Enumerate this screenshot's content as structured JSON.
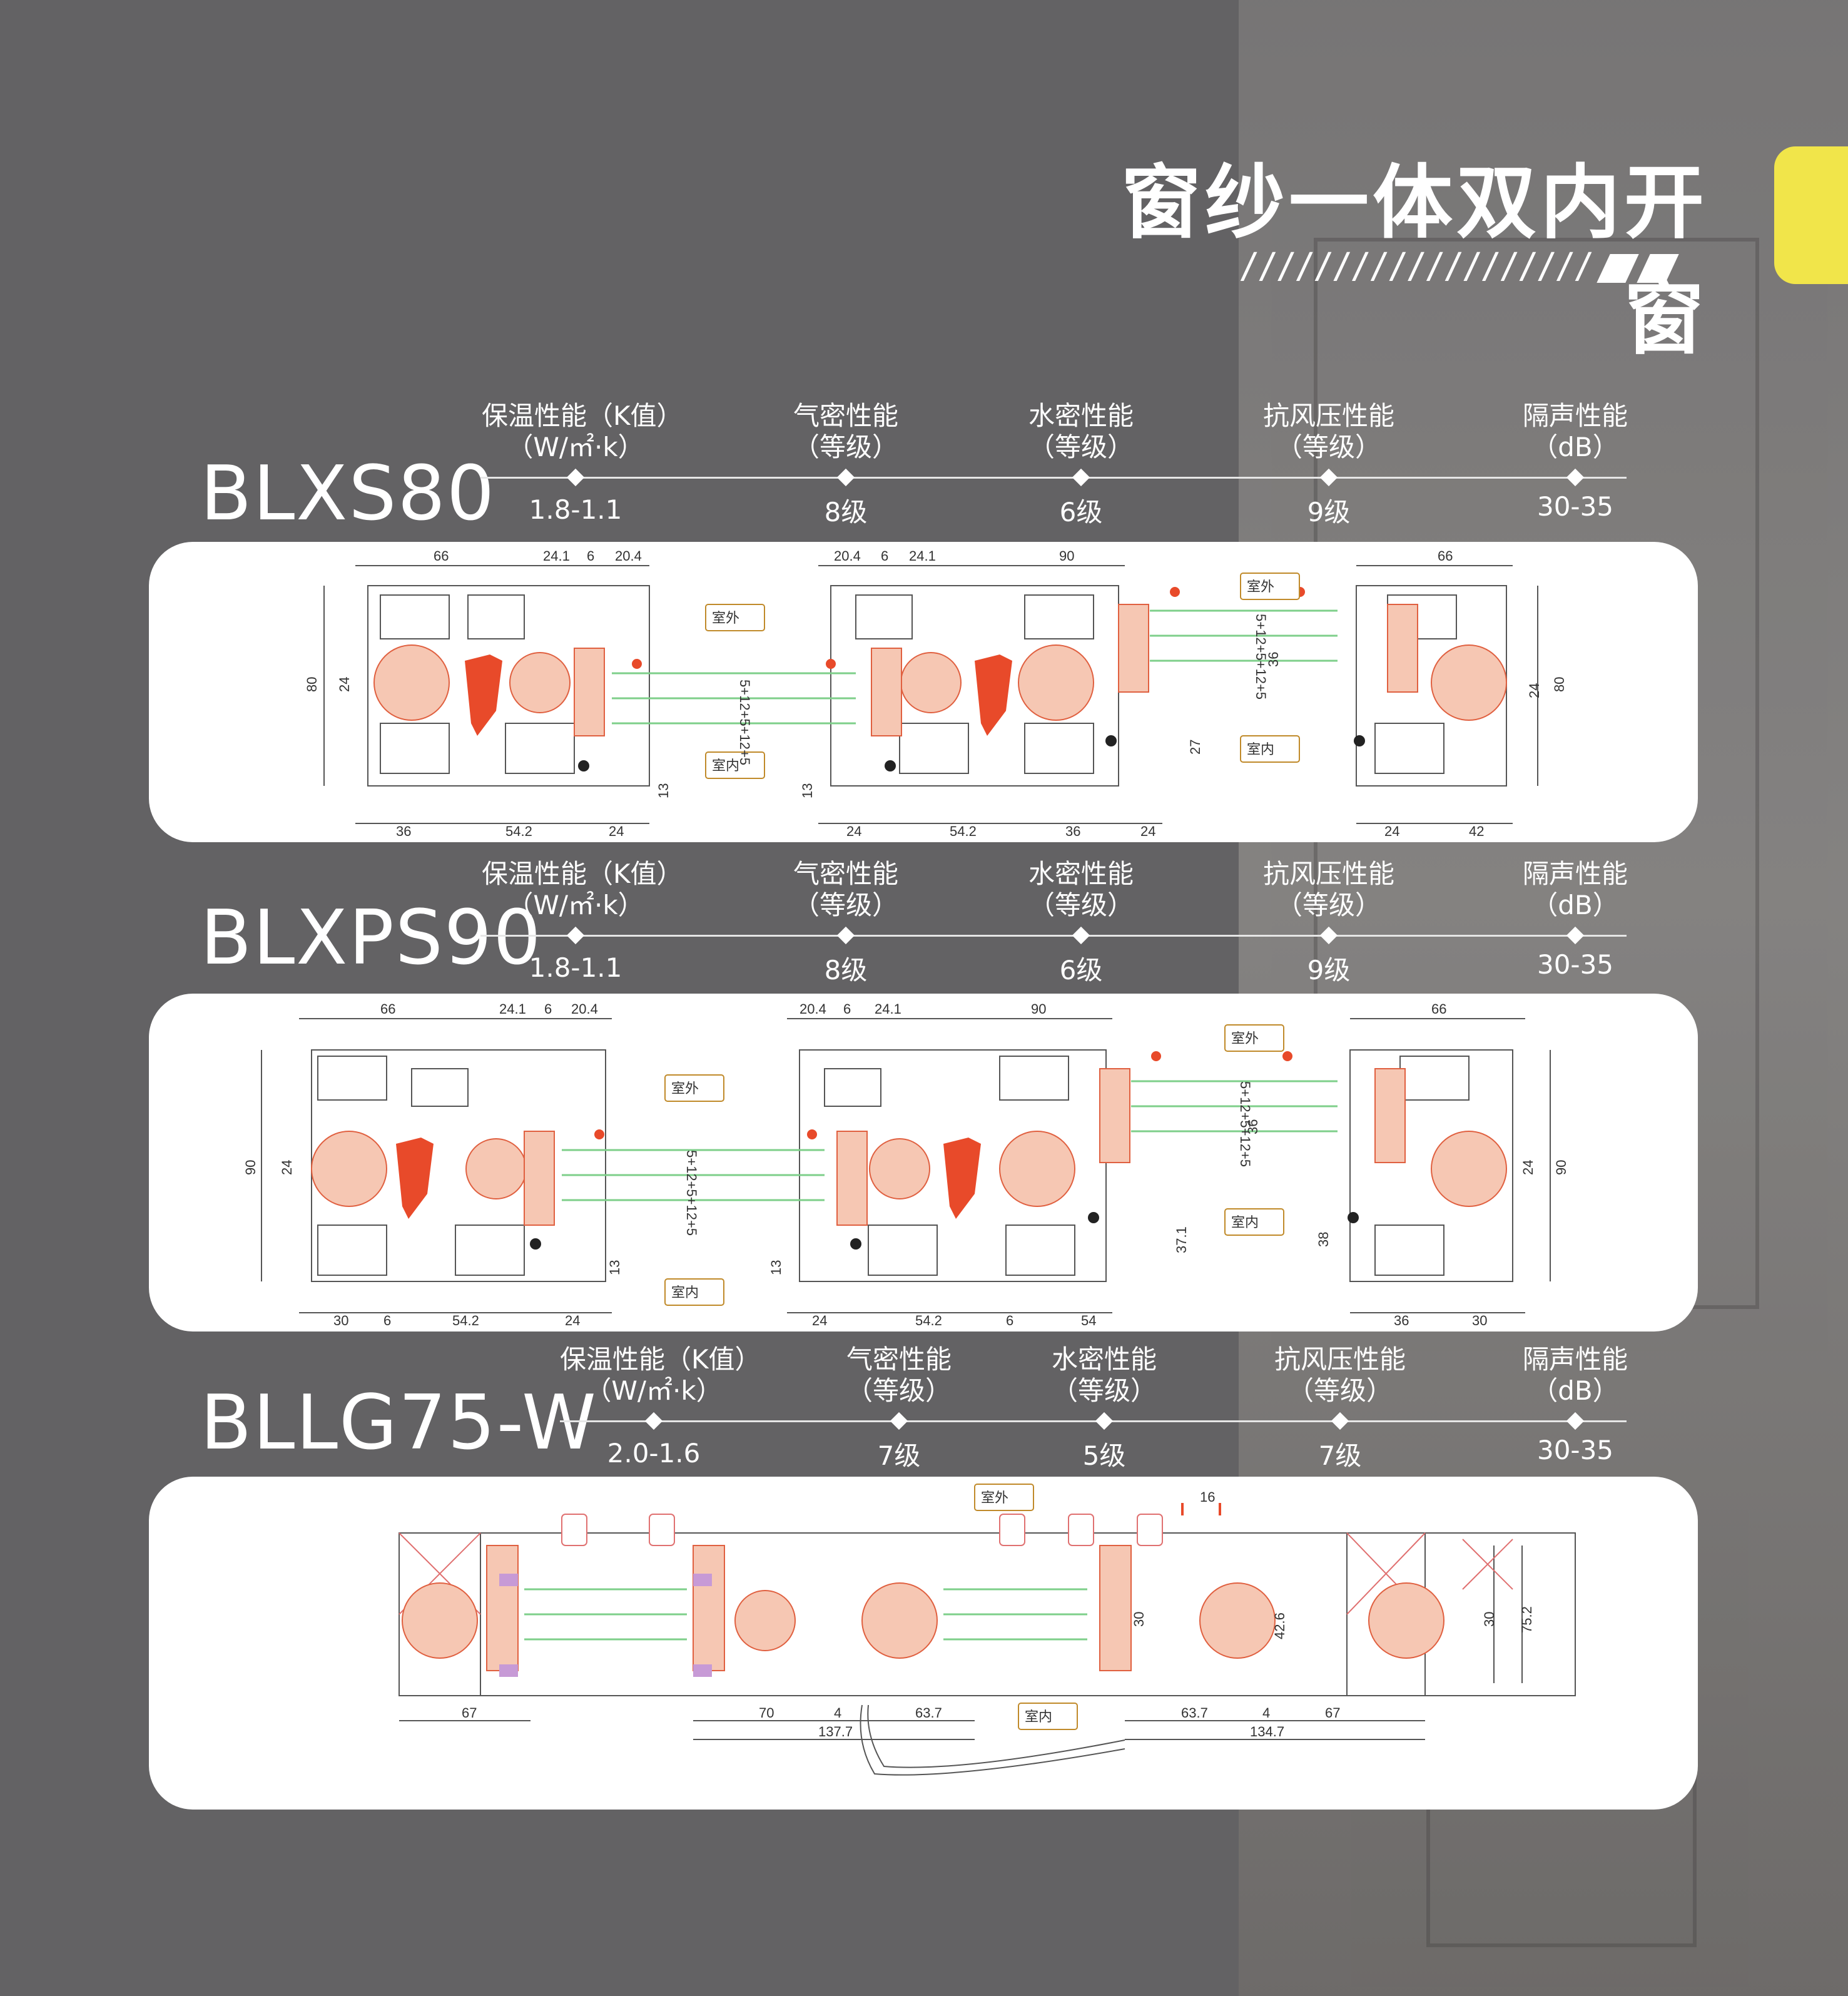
{
  "title": "窗纱一体双内开窗",
  "stripes": "///////////////////",
  "products": [
    {
      "model": "BLXS80",
      "specs": [
        {
          "label": "保温性能（K值）",
          "unit": "（W/㎡·k）",
          "value": "1.8-1.1"
        },
        {
          "label": "气密性能",
          "unit": "（等级）",
          "value": "8级"
        },
        {
          "label": "水密性能",
          "unit": "（等级）",
          "value": "6级"
        },
        {
          "label": "抗风压性能",
          "unit": "（等级）",
          "value": "9级"
        },
        {
          "label": "隔声性能",
          "unit": "（dB）",
          "value": "30-35"
        }
      ],
      "drawing": {
        "outdoor": "室外",
        "indoor": "室内",
        "glass": "5+12+5+12+5",
        "dims_top": [
          "66",
          "24.1",
          "6",
          "20.4",
          "20.4",
          "6",
          "24.1",
          "90",
          "66"
        ],
        "dims_bottom": [
          "36",
          "54.2",
          "24",
          "24",
          "54.2",
          "36",
          "24",
          "24",
          "42"
        ],
        "dims_side": [
          "80",
          "24",
          "13",
          "13",
          "36",
          "27",
          "24",
          "80"
        ]
      }
    },
    {
      "model": "BLXPS90",
      "specs": [
        {
          "label": "保温性能（K值）",
          "unit": "（W/㎡·k）",
          "value": "1.8-1.1"
        },
        {
          "label": "气密性能",
          "unit": "（等级）",
          "value": "8级"
        },
        {
          "label": "水密性能",
          "unit": "（等级）",
          "value": "6级"
        },
        {
          "label": "抗风压性能",
          "unit": "（等级）",
          "value": "9级"
        },
        {
          "label": "隔声性能",
          "unit": "（dB）",
          "value": "30-35"
        }
      ],
      "drawing": {
        "outdoor": "室外",
        "indoor": "室内",
        "glass": "5+12+5+12+5",
        "dims_top": [
          "66",
          "24.1",
          "6",
          "20.4",
          "20.4",
          "6",
          "24.1",
          "90",
          "66"
        ],
        "dims_bottom": [
          "30",
          "6",
          "54.2",
          "24",
          "24",
          "54.2",
          "6",
          "54",
          "36",
          "30"
        ],
        "dims_side": [
          "90",
          "24",
          "13",
          "13",
          "36",
          "37.1",
          "38",
          "24",
          "90"
        ]
      }
    },
    {
      "model": "BLLG75-W",
      "specs": [
        {
          "label": "保温性能（K值）",
          "unit": "（W/㎡·k）",
          "value": "2.0-1.6"
        },
        {
          "label": "气密性能",
          "unit": "（等级）",
          "value": "7级"
        },
        {
          "label": "水密性能",
          "unit": "（等级）",
          "value": "5级"
        },
        {
          "label": "抗风压性能",
          "unit": "（等级）",
          "value": "7级"
        },
        {
          "label": "隔声性能",
          "unit": "（dB）",
          "value": "30-35"
        }
      ],
      "drawing": {
        "outdoor": "室外",
        "indoor": "室内",
        "dims_top": [
          "16"
        ],
        "dims_bottom": [
          "67",
          "70",
          "4",
          "63.7",
          "137.7",
          "63.7",
          "4",
          "67",
          "134.7"
        ],
        "dims_side": [
          "30",
          "75.2",
          "42.6",
          "30"
        ]
      }
    }
  ]
}
